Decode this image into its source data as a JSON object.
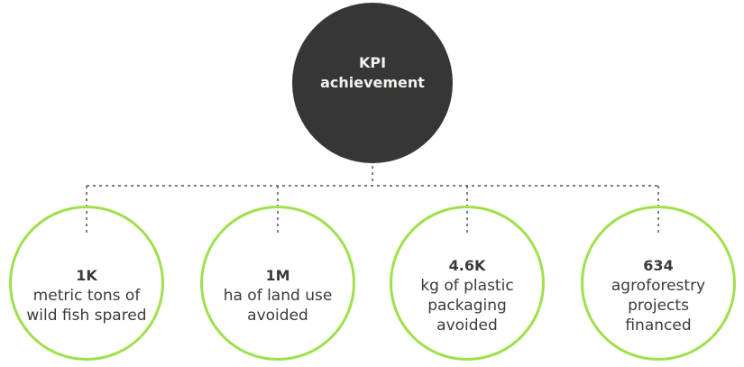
{
  "hub": {
    "line1": "KPI",
    "line2": "achievement"
  },
  "kpis": [
    {
      "value": "1K",
      "label": "metric tons of\nwild fish spared"
    },
    {
      "value": "1M",
      "label": "ha of land use\navoided"
    },
    {
      "value": "4.6K",
      "label": "kg of plastic\npackaging\navoided"
    },
    {
      "value": "634",
      "label": "agroforestry\nprojects\nfinanced"
    }
  ],
  "colors": {
    "hub": "#363636",
    "ring": "#9fe04c",
    "text": "#3a3a3a",
    "connector": "#555555"
  }
}
